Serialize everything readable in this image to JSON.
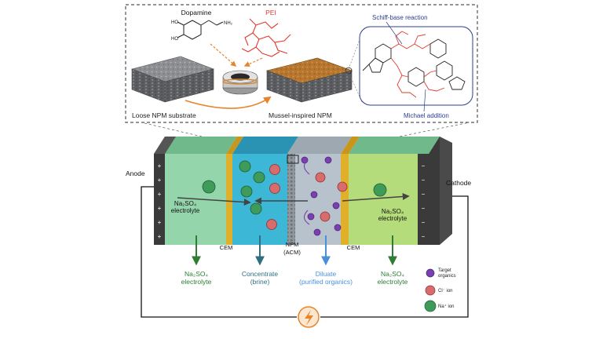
{
  "inset": {
    "dopamine_label": "Dopamine",
    "pei_label": "PEI",
    "schiff_label": "Schiff-base reaction",
    "michael_label": "Michael addition",
    "substrate_label": "Loose NPM substrate",
    "mussel_label": "Mussel-inspired NPM"
  },
  "cell": {
    "anode_label": "Anode",
    "cathode_label": "Cathode",
    "left_electrolyte": "Na₂SO₄\nelectrolyte",
    "right_electrolyte": "Na₂SO₄\nelectrolyte",
    "cem_left": "CEM",
    "npm_label": "NPM",
    "acm_label": "(ACM)",
    "cem_right": "CEM",
    "plus_sign": "+",
    "minus_sign": "−"
  },
  "outlets": {
    "left_electrolyte": "Na₂SO₄\nelectrolyte",
    "concentrate": "Concentrate\n(brine)",
    "diluate": "Diluate\n(purified organics)",
    "right_electrolyte": "Na₂SO₄\nelectrolyte"
  },
  "legend": {
    "target": "Target\norganics",
    "cl": "Cl⁻ ion",
    "na": "Na⁺ ion"
  },
  "colors": {
    "green_compartment": "#8fd3a8",
    "cyan_compartment": "#3db7d6",
    "grey_compartment": "#b8c2cc",
    "cem_yellow": "#e0b02a",
    "electrode": "#3a3a3a",
    "na_ion": "#3e9b5a",
    "cl_ion": "#d86b6b",
    "organics": "#7a3fb0",
    "outlet_green": "#2e7d32",
    "outlet_teal": "#2f6f80",
    "outlet_blue": "#4a90d9",
    "pei_red": "#e03a2e"
  }
}
